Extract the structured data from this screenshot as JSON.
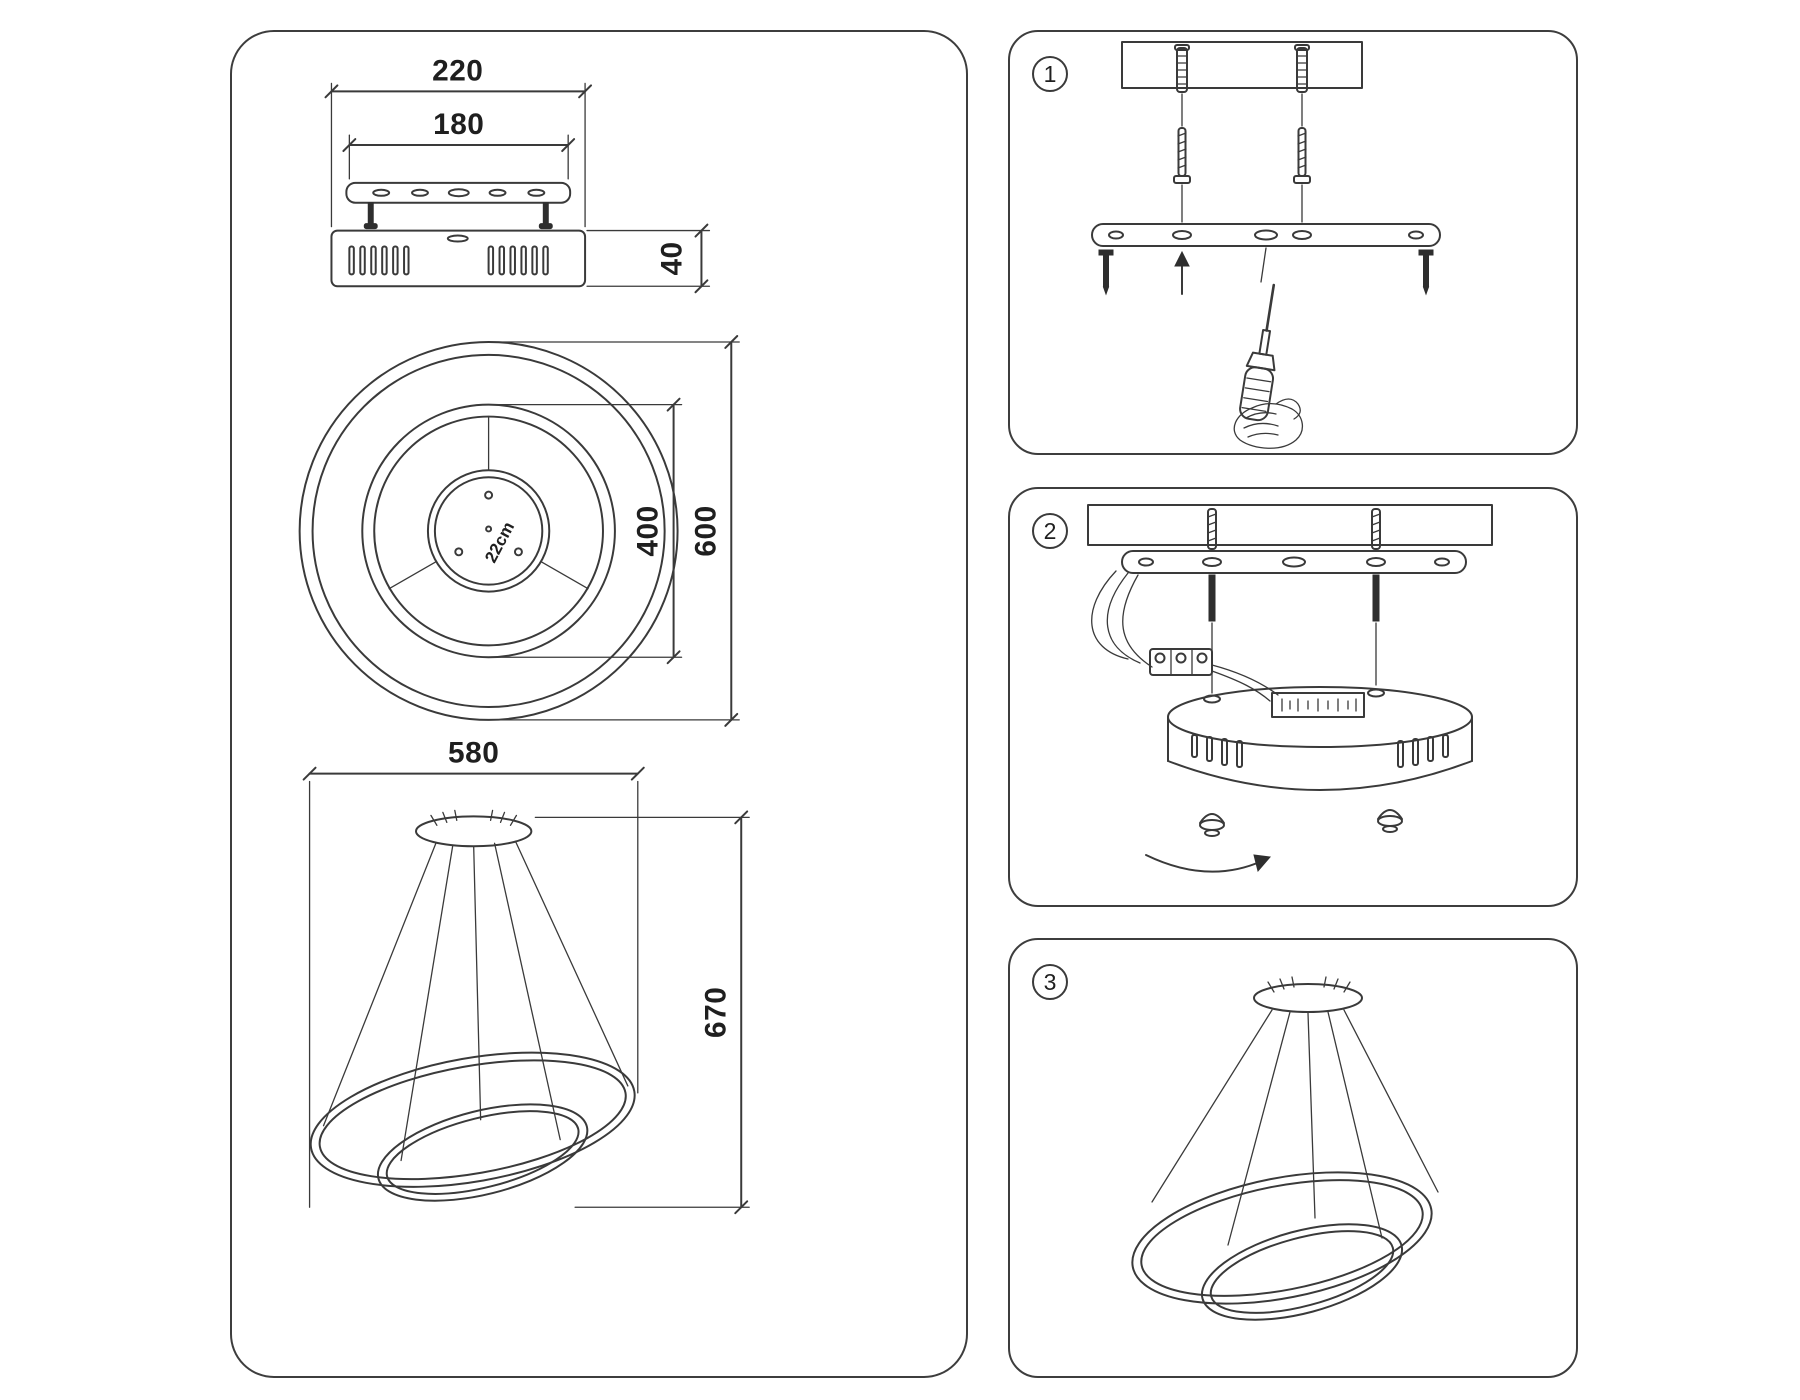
{
  "colors": {
    "line": "#3a3a3a",
    "text": "#1f1f1f",
    "background": "#ffffff"
  },
  "dimensions_panel": {
    "canopy_side_view": {
      "overall_width": "220",
      "plate_width": "180",
      "housing_height": "40"
    },
    "top_view": {
      "inner_ring_diameter": "400",
      "outer_ring_diameter": "600",
      "center_annotation": "22cm"
    },
    "pendant_front_view": {
      "overall_width": "580",
      "overall_height": "670"
    }
  },
  "installation_steps": [
    {
      "number": "1"
    },
    {
      "number": "2"
    },
    {
      "number": "3"
    }
  ]
}
